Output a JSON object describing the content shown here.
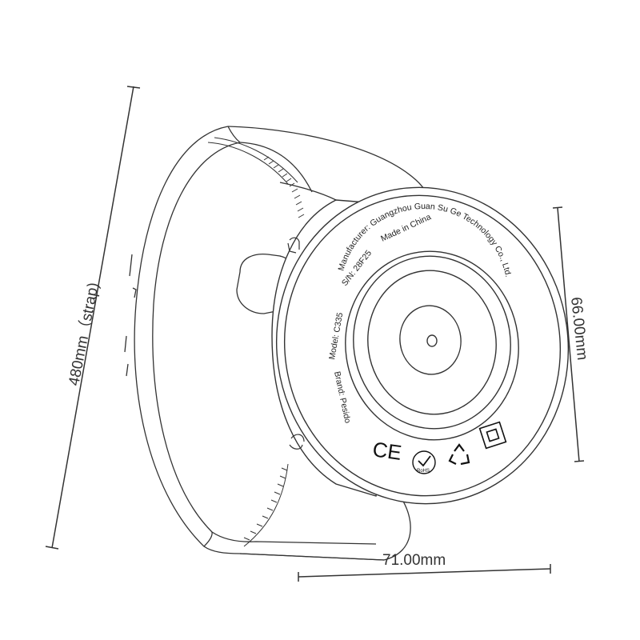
{
  "dimensions": {
    "strap": "480mm（strap)",
    "height": "66.00mm",
    "width": "71.00mm"
  },
  "device_label": {
    "model": "Model: C335",
    "serial": "S/N: 28F25",
    "origin": "Made in China",
    "manufacturer": "Manufacturer: Guangzhou Guan Su Ge Technology Co., Ltd.",
    "brand": "Brand: Pesido"
  },
  "marks": {
    "ce": "CE",
    "rohs": "RoHS"
  },
  "colors": {
    "line": "#333333",
    "background": "#ffffff"
  },
  "icons": [
    "ce-mark-icon",
    "rohs-mark-icon",
    "recycle-icon",
    "double-insulation-icon",
    "magnet-icon"
  ]
}
